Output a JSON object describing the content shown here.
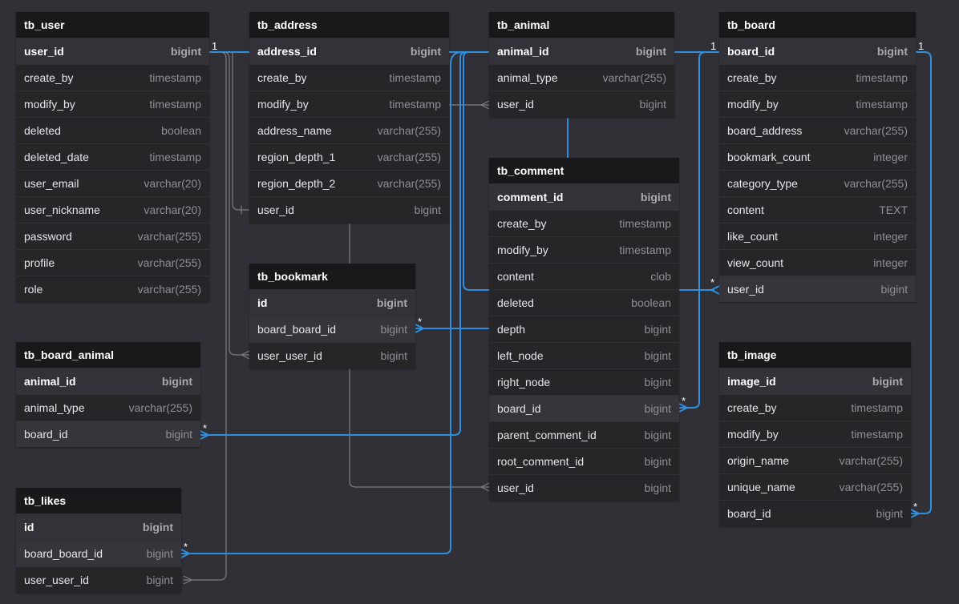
{
  "tables": {
    "tb_user": {
      "title": "tb_user",
      "fields": [
        {
          "name": "user_id",
          "type": "bigint"
        },
        {
          "name": "create_by",
          "type": "timestamp"
        },
        {
          "name": "modify_by",
          "type": "timestamp"
        },
        {
          "name": "deleted",
          "type": "boolean"
        },
        {
          "name": "deleted_date",
          "type": "timestamp"
        },
        {
          "name": "user_email",
          "type": "varchar(20)"
        },
        {
          "name": "user_nickname",
          "type": "varchar(20)"
        },
        {
          "name": "password",
          "type": "varchar(255)"
        },
        {
          "name": "profile",
          "type": "varchar(255)"
        },
        {
          "name": "role",
          "type": "varchar(255)"
        }
      ]
    },
    "tb_address": {
      "title": "tb_address",
      "fields": [
        {
          "name": "address_id",
          "type": "bigint"
        },
        {
          "name": "create_by",
          "type": "timestamp"
        },
        {
          "name": "modify_by",
          "type": "timestamp"
        },
        {
          "name": "address_name",
          "type": "varchar(255)"
        },
        {
          "name": "region_depth_1",
          "type": "varchar(255)"
        },
        {
          "name": "region_depth_2",
          "type": "varchar(255)"
        },
        {
          "name": "user_id",
          "type": "bigint"
        }
      ]
    },
    "tb_animal": {
      "title": "tb_animal",
      "fields": [
        {
          "name": "animal_id",
          "type": "bigint"
        },
        {
          "name": "animal_type",
          "type": "varchar(255)"
        },
        {
          "name": "user_id",
          "type": "bigint"
        }
      ]
    },
    "tb_board": {
      "title": "tb_board",
      "fields": [
        {
          "name": "board_id",
          "type": "bigint"
        },
        {
          "name": "create_by",
          "type": "timestamp"
        },
        {
          "name": "modify_by",
          "type": "timestamp"
        },
        {
          "name": "board_address",
          "type": "varchar(255)"
        },
        {
          "name": "bookmark_count",
          "type": "integer"
        },
        {
          "name": "category_type",
          "type": "varchar(255)"
        },
        {
          "name": "content",
          "type": "TEXT"
        },
        {
          "name": "like_count",
          "type": "integer"
        },
        {
          "name": "view_count",
          "type": "integer"
        },
        {
          "name": "user_id",
          "type": "bigint"
        }
      ]
    },
    "tb_comment": {
      "title": "tb_comment",
      "fields": [
        {
          "name": "comment_id",
          "type": "bigint"
        },
        {
          "name": "create_by",
          "type": "timestamp"
        },
        {
          "name": "modify_by",
          "type": "timestamp"
        },
        {
          "name": "content",
          "type": "clob"
        },
        {
          "name": "deleted",
          "type": "boolean"
        },
        {
          "name": "depth",
          "type": "bigint"
        },
        {
          "name": "left_node",
          "type": "bigint"
        },
        {
          "name": "right_node",
          "type": "bigint"
        },
        {
          "name": "board_id",
          "type": "bigint"
        },
        {
          "name": "parent_comment_id",
          "type": "bigint"
        },
        {
          "name": "root_comment_id",
          "type": "bigint"
        },
        {
          "name": "user_id",
          "type": "bigint"
        }
      ]
    },
    "tb_bookmark": {
      "title": "tb_bookmark",
      "fields": [
        {
          "name": "id",
          "type": "bigint"
        },
        {
          "name": "board_board_id",
          "type": "bigint"
        },
        {
          "name": "user_user_id",
          "type": "bigint"
        }
      ]
    },
    "tb_board_animal": {
      "title": "tb_board_animal",
      "fields": [
        {
          "name": "animal_id",
          "type": "bigint"
        },
        {
          "name": "animal_type",
          "type": "varchar(255)"
        },
        {
          "name": "board_id",
          "type": "bigint"
        }
      ]
    },
    "tb_image": {
      "title": "tb_image",
      "fields": [
        {
          "name": "image_id",
          "type": "bigint"
        },
        {
          "name": "create_by",
          "type": "timestamp"
        },
        {
          "name": "modify_by",
          "type": "timestamp"
        },
        {
          "name": "origin_name",
          "type": "varchar(255)"
        },
        {
          "name": "unique_name",
          "type": "varchar(255)"
        },
        {
          "name": "board_id",
          "type": "bigint"
        }
      ]
    },
    "tb_likes": {
      "title": "tb_likes",
      "fields": [
        {
          "name": "id",
          "type": "bigint"
        },
        {
          "name": "board_board_id",
          "type": "bigint"
        },
        {
          "name": "user_user_id",
          "type": "bigint"
        }
      ]
    }
  },
  "cardinality": {
    "one": "1",
    "many": "*"
  },
  "colors": {
    "background": "#313036",
    "header": "#19191b",
    "relation_highlight": "#2f8fdc",
    "relation_muted": "#7c7c82"
  }
}
